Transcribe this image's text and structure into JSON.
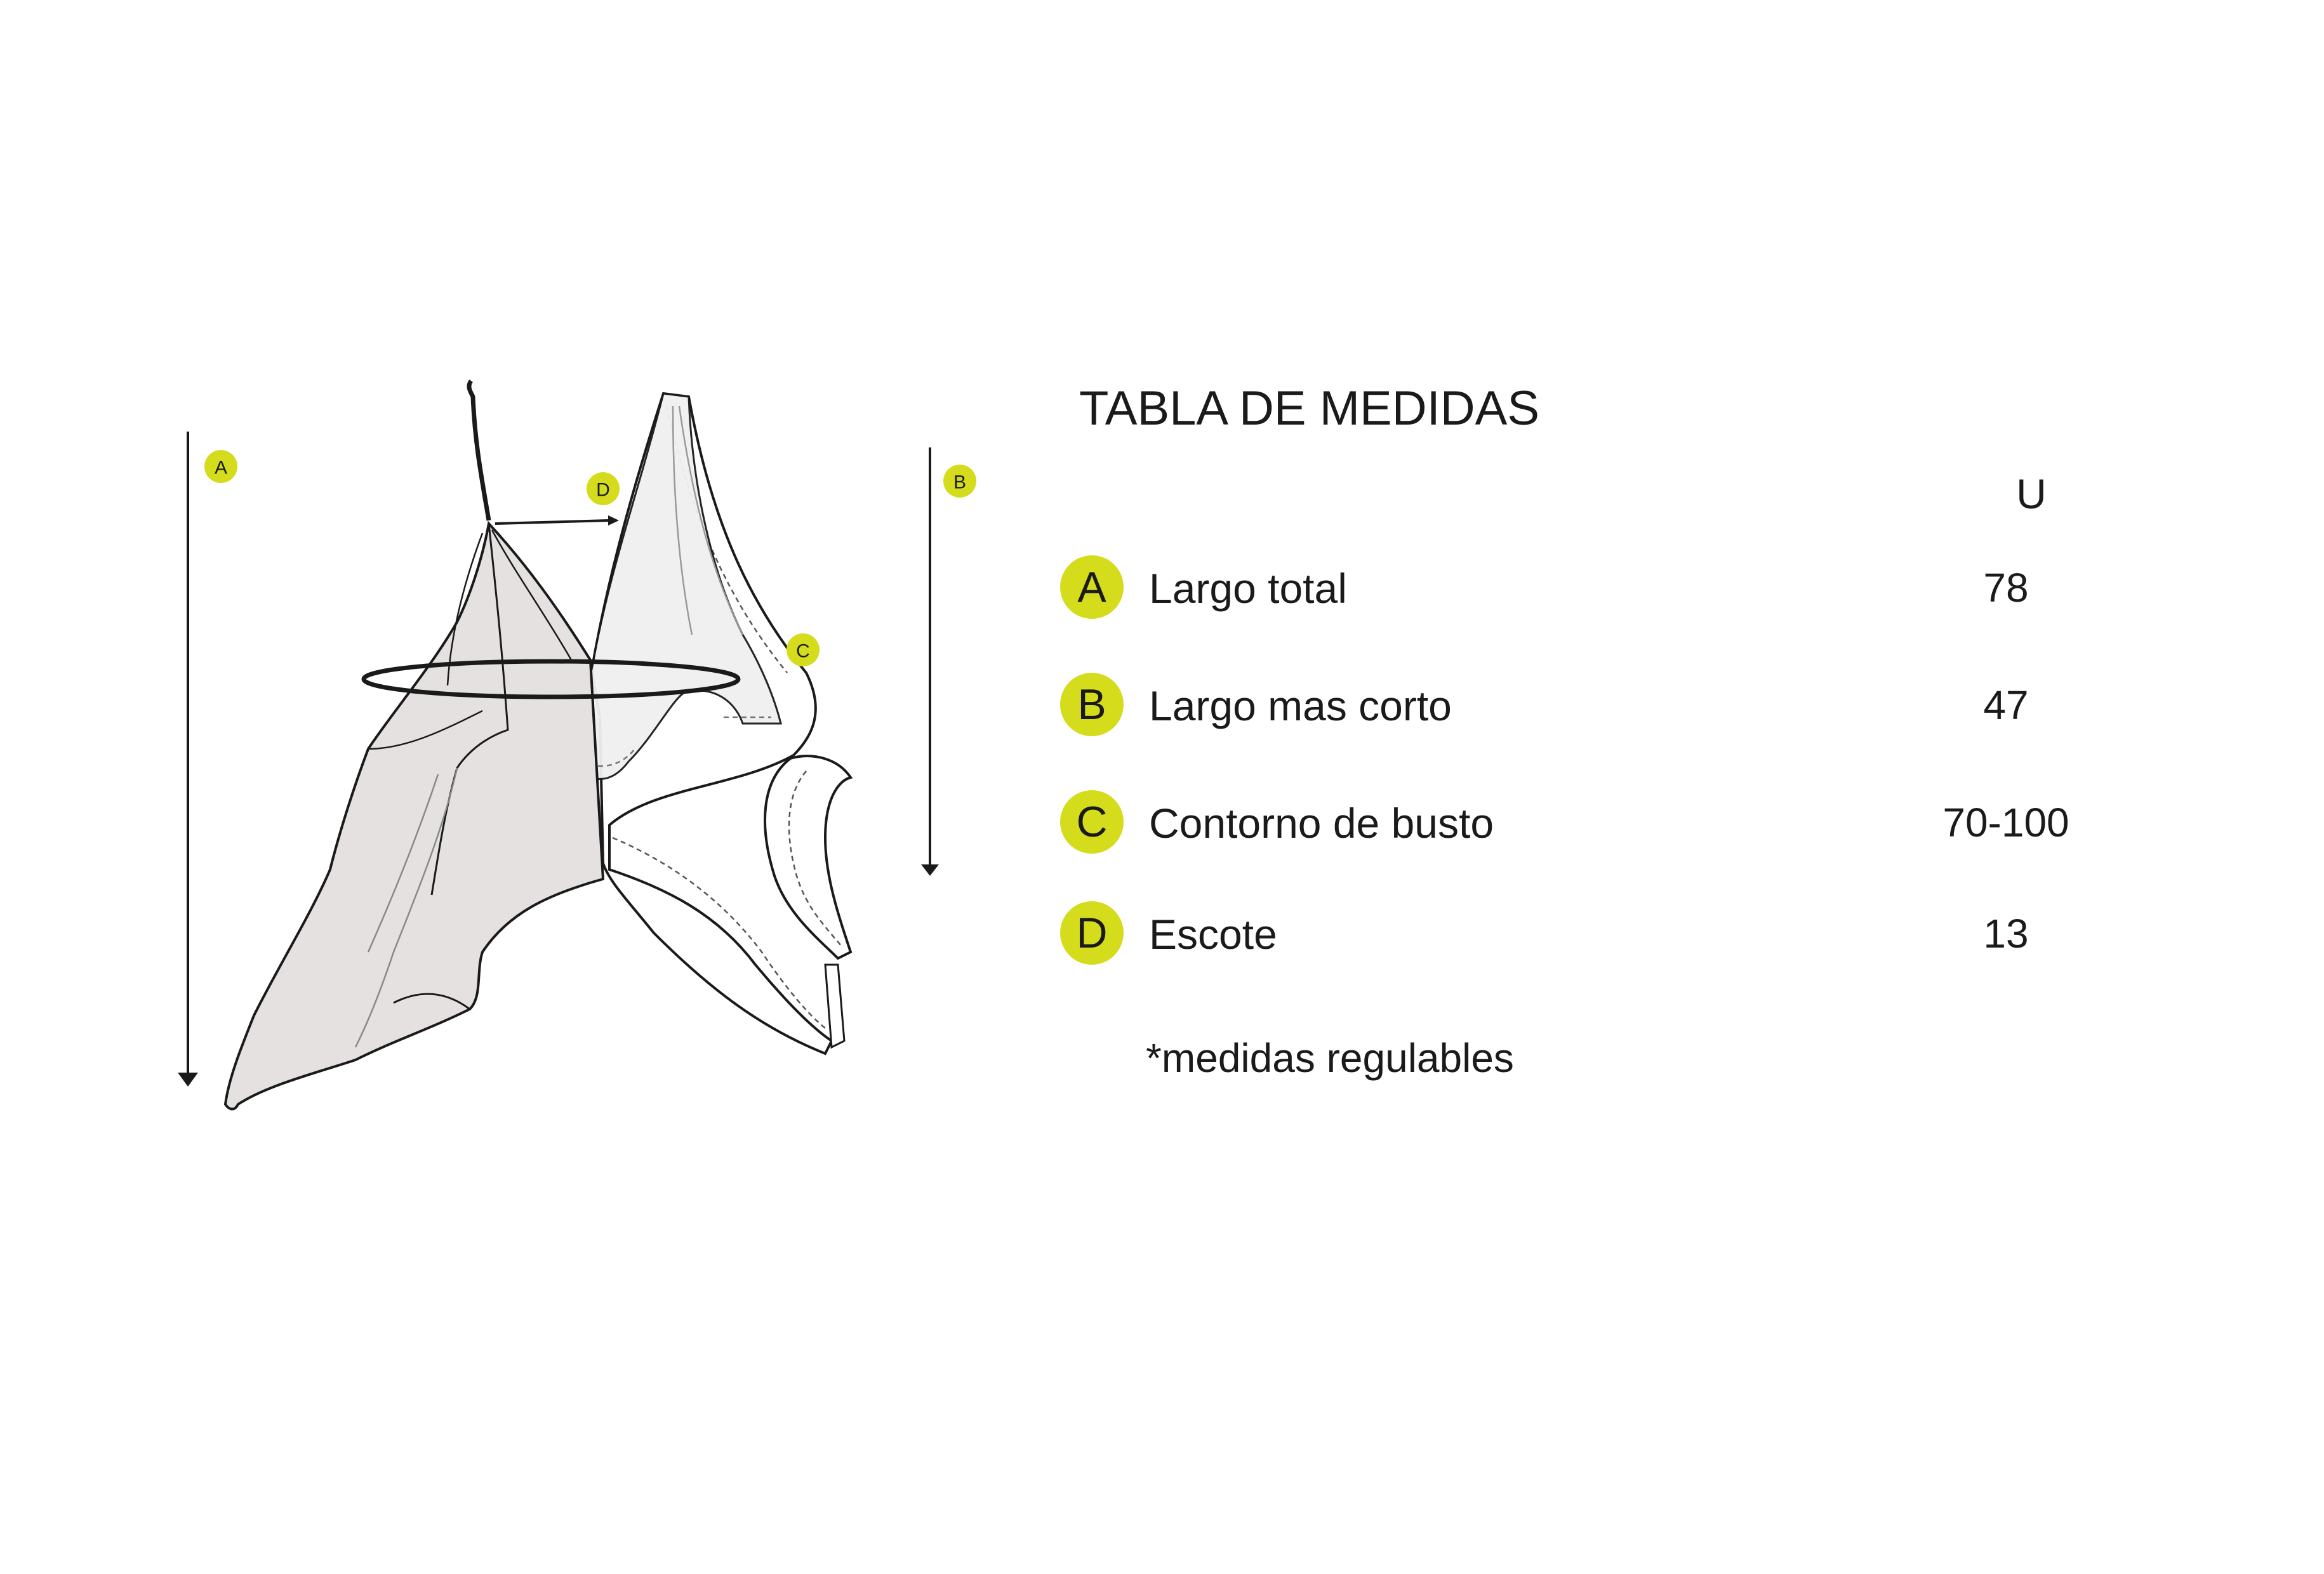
{
  "title": "TABLA DE MEDIDAS",
  "unit_header": "U",
  "measurements": [
    {
      "letter": "A",
      "label": "Largo total",
      "value": "78"
    },
    {
      "letter": "B",
      "label": "Largo mas corto",
      "value": "47"
    },
    {
      "letter": "C",
      "label": "Contorno de busto",
      "value": "70-100"
    },
    {
      "letter": "D",
      "label": "Escote",
      "value": "13"
    }
  ],
  "note": "*medidas regulables",
  "diagram_markers": {
    "a": "A",
    "b": "B",
    "c": "C",
    "d": "D"
  },
  "colors": {
    "badge": "#d5dc1c",
    "garment_fill": "#e4e1e0",
    "line": "#1a1a1a"
  }
}
